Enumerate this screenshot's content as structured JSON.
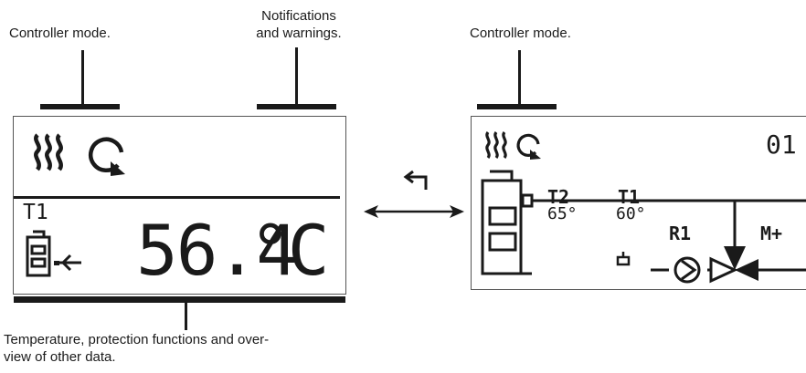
{
  "annotations": {
    "controller_mode_left": "Controller mode.",
    "notifications_line1": "Notifications",
    "notifications_line2": "and warnings.",
    "controller_mode_right": "Controller mode.",
    "bottom_line1": "Temperature, protection functions and over-",
    "bottom_line2": "view of other data."
  },
  "left_display": {
    "sensor_label": "T1",
    "temperature": "56.4",
    "unit": "°C",
    "icons": [
      "heating-mode-icon",
      "auto-cycle-icon",
      "boiler-icon",
      "arrow-left-icon"
    ]
  },
  "right_display": {
    "screen_number": "01",
    "t2_label": "T2",
    "t2_value": "65°",
    "t1_label": "T1",
    "t1_value": "60°",
    "r1_label": "R1",
    "m_label": "M+",
    "icons": [
      "heating-mode-icon",
      "auto-cycle-icon",
      "boiler-icon",
      "pump-icon",
      "mixing-valve-icon"
    ]
  },
  "connector": {
    "icons": [
      "return-arrow-icon",
      "double-arrow-icon"
    ]
  },
  "colors": {
    "ink": "#1a1a1a",
    "frame": "#555555",
    "background": "#ffffff"
  }
}
